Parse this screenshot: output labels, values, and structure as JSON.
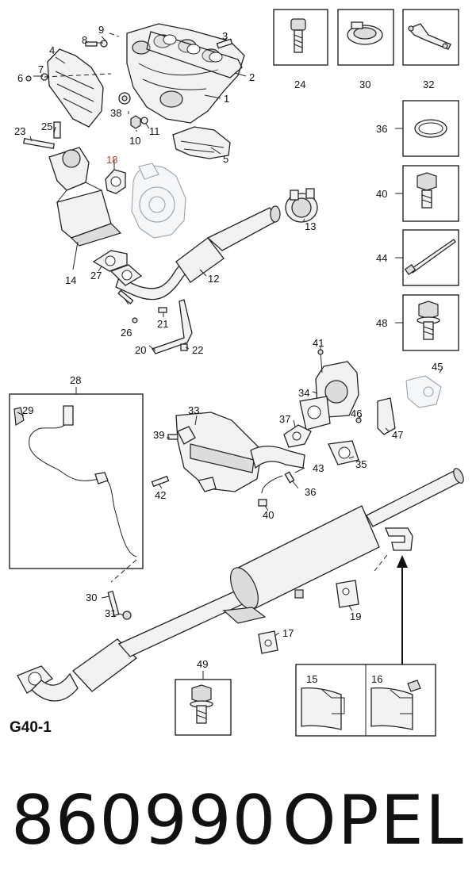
{
  "diagram": {
    "page_code": "G40-1",
    "part_number": "860990",
    "brand": "OPEL",
    "highlight_color": "#c0392b",
    "callouts": {
      "c1": "1",
      "c2": "2",
      "c3": "3",
      "c4": "4",
      "c5": "5",
      "c6": "6",
      "c7": "7",
      "c8": "8",
      "c9": "9",
      "c10": "10",
      "c11": "11",
      "c12": "12",
      "c13": "13",
      "c14": "14",
      "c15": "15",
      "c16": "16",
      "c17": "17",
      "c18": "18",
      "c19": "19",
      "c20": "20",
      "c21": "21",
      "c22": "22",
      "c23": "23",
      "c24": "24",
      "c25": "25",
      "c26": "26",
      "c27": "27",
      "c28": "28",
      "c29": "29",
      "c30": "30",
      "c30b": "30",
      "c31": "31",
      "c32": "32",
      "c33": "33",
      "c34": "34",
      "c35": "35",
      "c36": "36",
      "c36b": "36",
      "c37": "37",
      "c38": "38",
      "c39": "39",
      "c40": "40",
      "c40b": "40",
      "c41": "41",
      "c42": "42",
      "c43": "43",
      "c44": "44",
      "c45": "45",
      "c46": "46",
      "c47": "47",
      "c48": "48",
      "c49": "49"
    }
  }
}
